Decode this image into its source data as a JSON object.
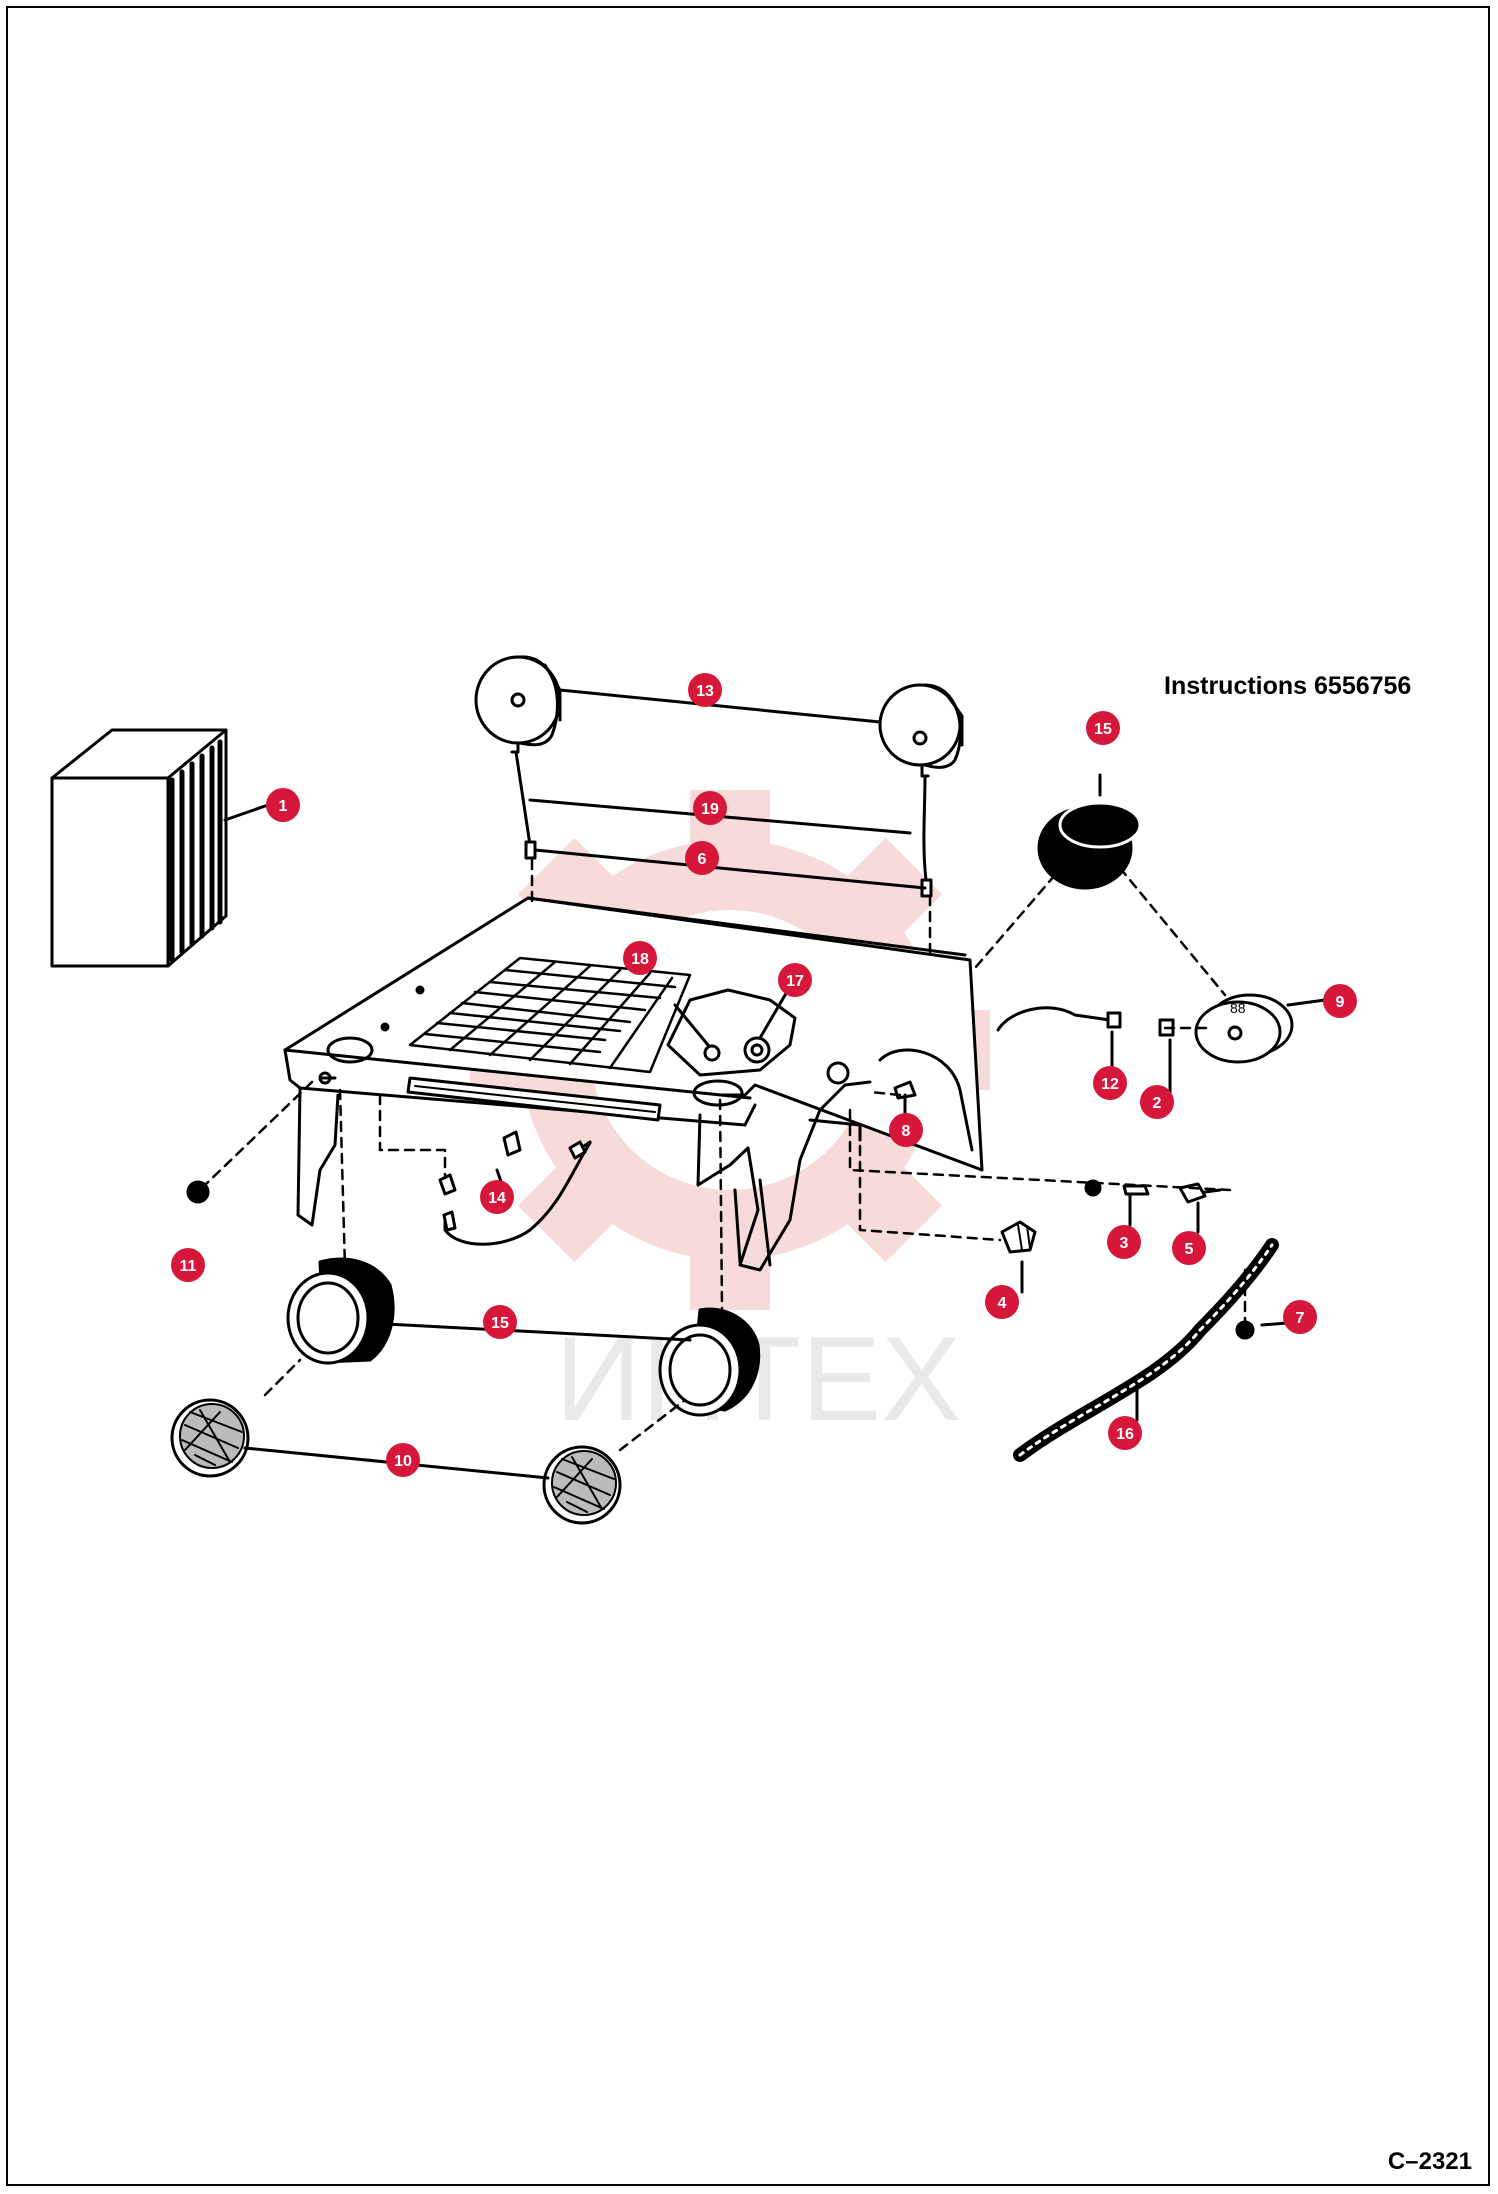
{
  "diagram": {
    "instructions_label": "Instructions 6556756",
    "figure_code": "C–2321",
    "watermark_text": "ИНTEX",
    "colors": {
      "callout": "#d6173a",
      "callout_text": "#ffffff",
      "line": "#000000",
      "watermark": "#f2c8c8"
    },
    "callouts": [
      {
        "id": "c1",
        "label": "1"
      },
      {
        "id": "c2",
        "label": "2"
      },
      {
        "id": "c3",
        "label": "3"
      },
      {
        "id": "c4",
        "label": "4"
      },
      {
        "id": "c5",
        "label": "5"
      },
      {
        "id": "c6",
        "label": "6"
      },
      {
        "id": "c7",
        "label": "7"
      },
      {
        "id": "c8",
        "label": "8"
      },
      {
        "id": "c9",
        "label": "9"
      },
      {
        "id": "c10",
        "label": "10"
      },
      {
        "id": "c11",
        "label": "11"
      },
      {
        "id": "c12",
        "label": "12"
      },
      {
        "id": "c13",
        "label": "13"
      },
      {
        "id": "c14",
        "label": "14"
      },
      {
        "id": "c15a",
        "label": "15"
      },
      {
        "id": "c15b",
        "label": "15"
      },
      {
        "id": "c16",
        "label": "16"
      },
      {
        "id": "c17",
        "label": "17"
      },
      {
        "id": "c18",
        "label": "18"
      },
      {
        "id": "c19",
        "label": "19"
      }
    ]
  }
}
